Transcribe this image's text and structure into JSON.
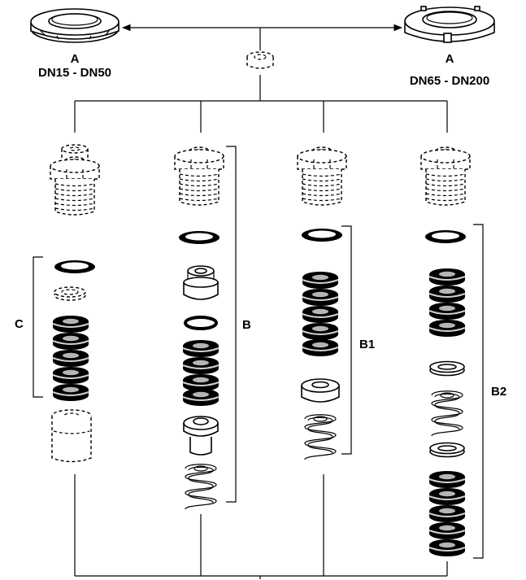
{
  "labels": {
    "nut_left_letter": "A",
    "nut_left_range": "DN15 - DN50",
    "nut_right_letter": "A",
    "nut_right_range": "DN65 - DN200",
    "set_c": "C",
    "set_b": "B",
    "set_b1": "B1",
    "set_b2": "B2"
  },
  "icons": {
    "nut_left": "hex-nut-icon",
    "nut_right": "slotted-round-nut-icon",
    "nut_small": "small-nut-icon",
    "bushing": "threaded-bushing-icon",
    "gasket": "flat-gasket-icon",
    "seal_ring": "v-ring-seal-icon",
    "spring": "coil-spring-icon"
  },
  "colors": {
    "line": "#000000",
    "background": "#ffffff",
    "seal_fill": "#bbbbbb"
  }
}
